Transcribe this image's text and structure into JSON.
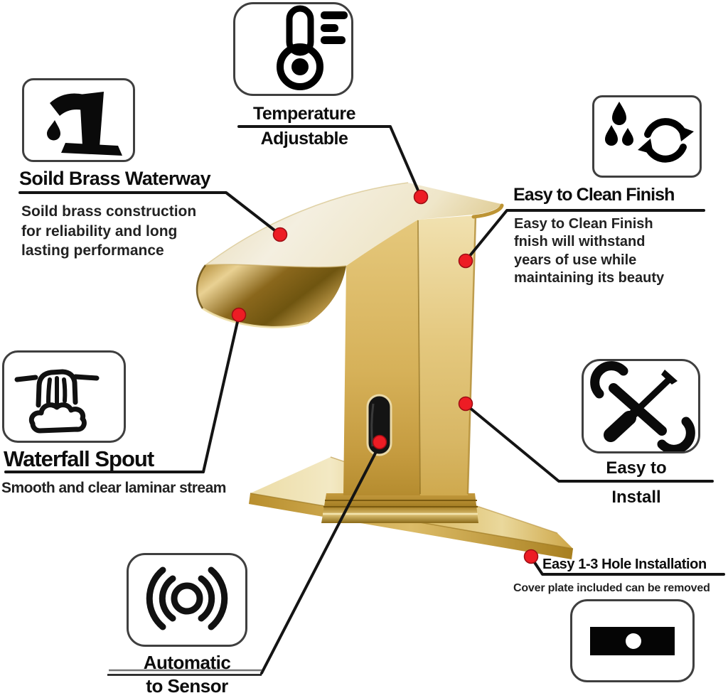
{
  "colors": {
    "annotation_red": "#ed1c24",
    "line_black": "#141414",
    "gold_light": "#f2e7c0",
    "gold_mid": "#d8b660",
    "gold_dark": "#a8801f",
    "sensor_black": "#141414"
  },
  "callouts": {
    "temperature": {
      "icon": "thermometer-levels-icon",
      "line1": "Temperature",
      "line2": "Adjustable"
    },
    "brass": {
      "icon": "numeral-1-faucet-drop-icon",
      "title": "Soild Brass Waterway",
      "body_lines": [
        "Soild brass construction",
        "for reliability and long",
        "lasting  performance"
      ]
    },
    "clean": {
      "icon": "water-drops-recycle-icon",
      "title": "Easy to Clean Finish",
      "body_lines": [
        "Easy to Clean Finish",
        "fnish will withstand",
        "years of use while",
        "maintaining its beauty"
      ]
    },
    "waterfall": {
      "icon": "waterfall-icon",
      "title": "Waterfall Spout",
      "body": "Smooth and clear laminar stream"
    },
    "install": {
      "icon": "wrench-screwdriver-icon",
      "line1": "Easy to",
      "line2": "Install"
    },
    "holes": {
      "icon": "cover-plate-icon",
      "title": "Easy 1-3 Hole Installation",
      "body": "Cover plate included can be removed"
    },
    "sensor": {
      "icon": "sensor-waves-icon",
      "line1": "Automatic",
      "line2": "to Sensor"
    }
  }
}
